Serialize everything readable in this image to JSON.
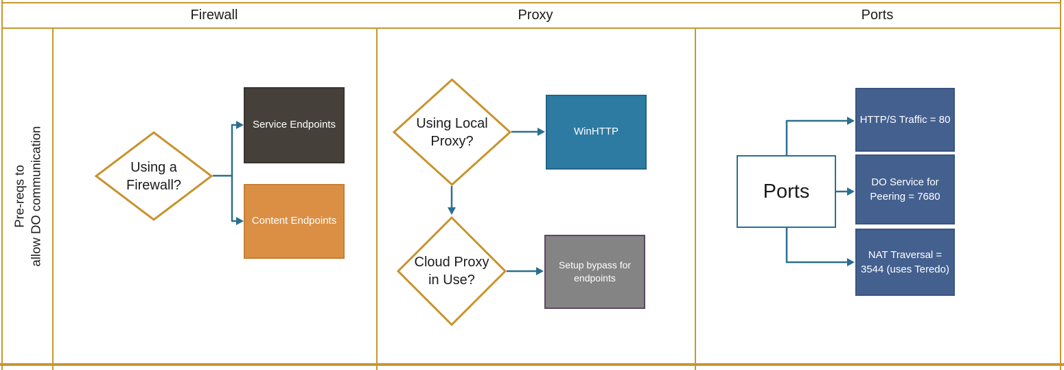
{
  "header": {
    "columns": [
      {
        "label": "Firewall"
      },
      {
        "label": "Proxy"
      },
      {
        "label": "Ports"
      }
    ]
  },
  "sidebar": {
    "label": "Pre-reqs to\nallow DO communication"
  },
  "firewall": {
    "decision": "Using a\nFirewall?",
    "outcomes": [
      {
        "label": "Service Endpoints"
      },
      {
        "label": "Content Endpoints"
      }
    ]
  },
  "proxy": {
    "decision1": "Using Local\nProxy?",
    "outcome1": "WinHTTP",
    "decision2": "Cloud Proxy\nin Use?",
    "outcome2": "Setup bypass for\nendpoints"
  },
  "ports": {
    "source": "Ports",
    "outcomes": [
      "HTTP/S Traffic = 80",
      "DO Service for\nPeering = 7680",
      "NAT Traversal =\n3544 (uses Teredo)"
    ]
  },
  "colors": {
    "table_border_gold": "#c9962e",
    "diamond_border_gold": "#c9922b",
    "arrow_teal": "#2b6e90",
    "service_box": "#46403a",
    "content_box": "#db8f45",
    "winhttp_box": "#2d7ba3",
    "bypass_box_fill": "#848484",
    "bypass_box_border": "#5b4765",
    "ports_source_border": "#2a6d99",
    "port_box_fill": "#44608f",
    "port_box_border": "#3a5480"
  }
}
